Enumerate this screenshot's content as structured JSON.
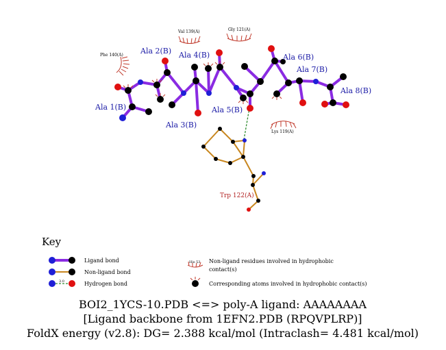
{
  "residues": {
    "ala1": "Ala 1(B)",
    "ala2": "Ala 2(B)",
    "ala3": "Ala 3(B)",
    "ala4": "Ala 4(B)",
    "ala5": "Ala 5(B)",
    "ala6": "Ala 6(B)",
    "ala7": "Ala 7(B)",
    "ala8": "Ala 8(B)",
    "trp": "Trp 122(A)"
  },
  "hydrophobic": {
    "phe": "Phe 140(A)",
    "val": "Val 139(A)",
    "gly": "Gly 121(A)",
    "lys": "Lys 119(A)"
  },
  "key": {
    "title": "Key",
    "ligand_bond": "Ligand bond",
    "nonligand_bond": "Non-ligand bond",
    "hbond": "Hydrogen bond",
    "hbond_dist": "3.0",
    "his_label": "His 53",
    "nonligand_res_line1": "Non-ligand residues involved in hydrophobic",
    "nonligand_res_line2": "contact(s)",
    "corresponding_atoms": "Corresponding atoms involved in hydrophobic contact(s)"
  },
  "caption": {
    "line1": "BOI2_1YCS-10.PDB <=> poly-A ligand: AAAAAAAA",
    "line2": "[Ligand backbone from 1EFN2.PDB (RPQVPLRP)]",
    "line3": "FoldX energy (v2.8): DG= 2.388 kcal/mol (Intraclash= 4.481 kcal/mol)"
  },
  "colors": {
    "ligand_bond": "#8a2be2",
    "nonligand_bond": "#c8861e",
    "hbond": "#2e8b2e",
    "carbon": "#000000",
    "nitrogen": "#1f1fd6",
    "oxygen": "#e01010",
    "hydrophobic": "#c0392b"
  }
}
